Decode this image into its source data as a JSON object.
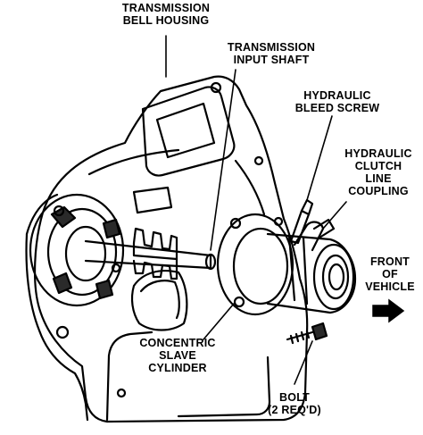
{
  "diagram": {
    "labels": {
      "bell_housing": [
        "TRANSMISSION",
        "BELL HOUSING"
      ],
      "input_shaft": [
        "TRANSMISSION",
        "INPUT SHAFT"
      ],
      "bleed_screw": [
        "HYDRAULIC",
        "BLEED SCREW"
      ],
      "clutch_line": [
        "HYDRAULIC",
        "CLUTCH",
        "LINE",
        "COUPLING"
      ],
      "front": [
        "FRONT",
        "OF",
        "VEHICLE"
      ],
      "slave_cylinder": [
        "CONCENTRIC",
        "SLAVE",
        "CYLINDER"
      ],
      "bolt": [
        "BOLT",
        "(2 REQ'D)"
      ]
    },
    "colors": {
      "ink": "#000000",
      "paper": "#ffffff",
      "shade": "#2a2a2a"
    },
    "icons": [
      "front-arrow-icon"
    ]
  }
}
